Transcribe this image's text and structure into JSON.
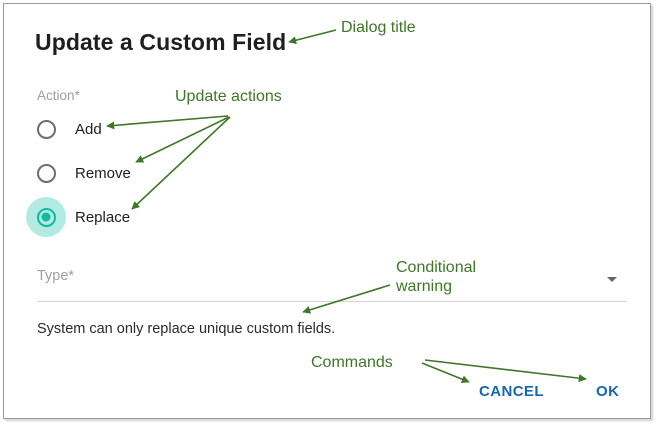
{
  "dialog": {
    "title": "Update a Custom Field",
    "action_group": {
      "label": "Action*",
      "options": [
        {
          "label": "Add",
          "selected": false
        },
        {
          "label": "Remove",
          "selected": false
        },
        {
          "label": "Replace",
          "selected": true
        }
      ]
    },
    "type_field": {
      "label": "Type*",
      "value": "",
      "caret_icon": "chevron-down-icon"
    },
    "warning": "System can only replace unique custom fields.",
    "commands": {
      "cancel_label": "CANCEL",
      "ok_label": "OK"
    }
  },
  "annotations": {
    "dialog_title": "Dialog title",
    "update_actions": "Update actions",
    "conditional_warning": "Conditional\nwarning",
    "commands": "Commands"
  },
  "colors": {
    "annotation_green": "#3f7628",
    "selected_radio_teal": "#0fbba0",
    "selected_radio_ripple": "#b2ebe2",
    "command_blue": "#1766b0",
    "label_grey": "#a0a0a0",
    "body_text": "#1f1f1f",
    "card_border": "#9b9b9b",
    "underline_grey": "#d4d4d4"
  }
}
